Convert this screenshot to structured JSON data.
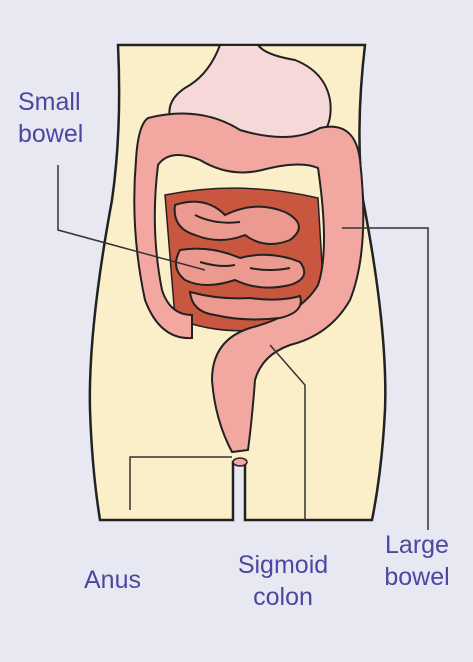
{
  "labels": {
    "small_bowel_line1": "Small",
    "small_bowel_line2": "bowel",
    "anus": "Anus",
    "sigmoid_line1": "Sigmoid",
    "sigmoid_line2": "colon",
    "large_line1": "Large",
    "large_line2": "bowel"
  },
  "colors": {
    "background": "#e8e8f3",
    "skin": "#fbefc9",
    "stomach": "#f6d8d8",
    "colon": "#f2a7a0",
    "small_intestine": "#ec9a90",
    "cavity": "#c9573f",
    "label_text": "#4a48a0"
  }
}
